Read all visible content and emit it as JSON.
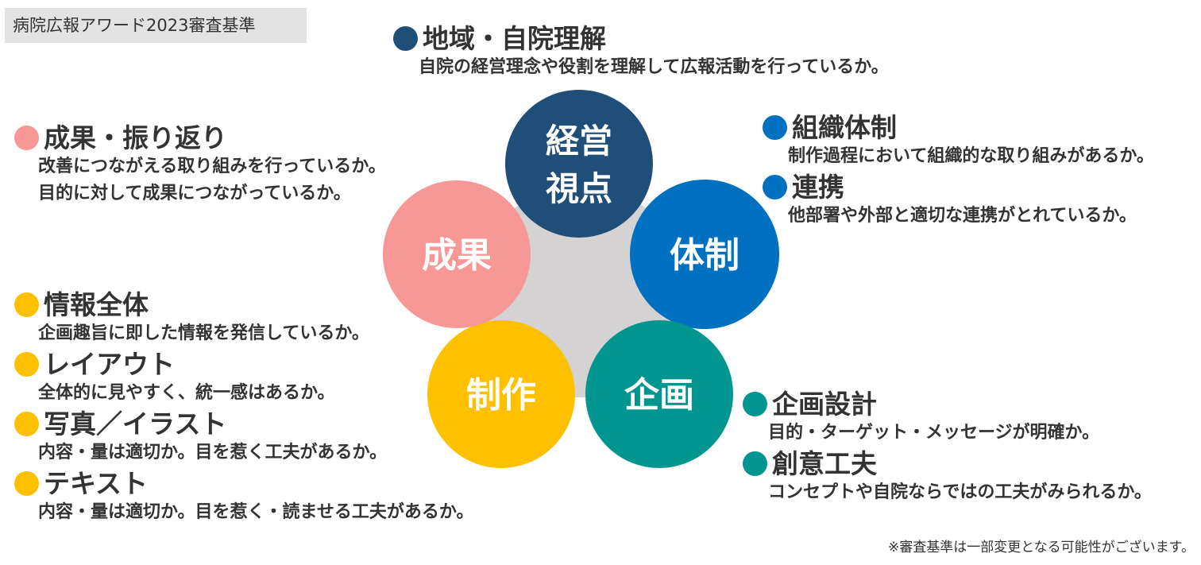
{
  "title": "病院広報アワード2023審査基準",
  "colors": {
    "navy": "#1f4e79",
    "blue": "#0070c0",
    "teal": "#00968f",
    "yellow": "#ffc000",
    "pink": "#f79897",
    "hub": "#d4d2d2"
  },
  "circles": {
    "keiei": [
      "経営",
      "視点"
    ],
    "taisei": "体制",
    "kikaku": "企画",
    "seisaku": "制作",
    "seika": "成果"
  },
  "sections": {
    "chiiki": {
      "heading": "地域・自院理解",
      "lines": [
        "自院の経営理念や役割を理解して広報活動を行っているか。"
      ]
    },
    "soshiki": {
      "heading": "組織体制",
      "lines": [
        "制作過程において組織的な取り組みがあるか。"
      ]
    },
    "renkei": {
      "heading": "連携",
      "lines": [
        "他部署や外部と適切な連携がとれているか。"
      ]
    },
    "seika_furikaeri": {
      "heading": "成果・振り返り",
      "lines": [
        "改善につながえる取り組みを行っているか。",
        "目的に対して成果につながっているか。"
      ]
    },
    "joho": {
      "heading": "情報全体",
      "lines": [
        "企画趣旨に即した情報を発信しているか。"
      ]
    },
    "layout": {
      "heading": "レイアウト",
      "lines": [
        "全体的に見やすく、統一感はあるか。"
      ]
    },
    "shashin": {
      "heading": "写真／イラスト",
      "lines": [
        "内容・量は適切か。目を惹く工夫があるか。"
      ]
    },
    "text": {
      "heading": "テキスト",
      "lines": [
        "内容・量は適切か。目を惹く・読ませる工夫があるか。"
      ]
    },
    "kikaku_sekkei": {
      "heading": "企画設計",
      "lines": [
        "目的・ターゲット・メッセージが明確か。"
      ]
    },
    "soui": {
      "heading": "創意工夫",
      "lines": [
        "コンセプトや自院ならではの工夫がみられるか。"
      ]
    }
  },
  "note": "※審査基準は一部変更となる可能性がございます。"
}
